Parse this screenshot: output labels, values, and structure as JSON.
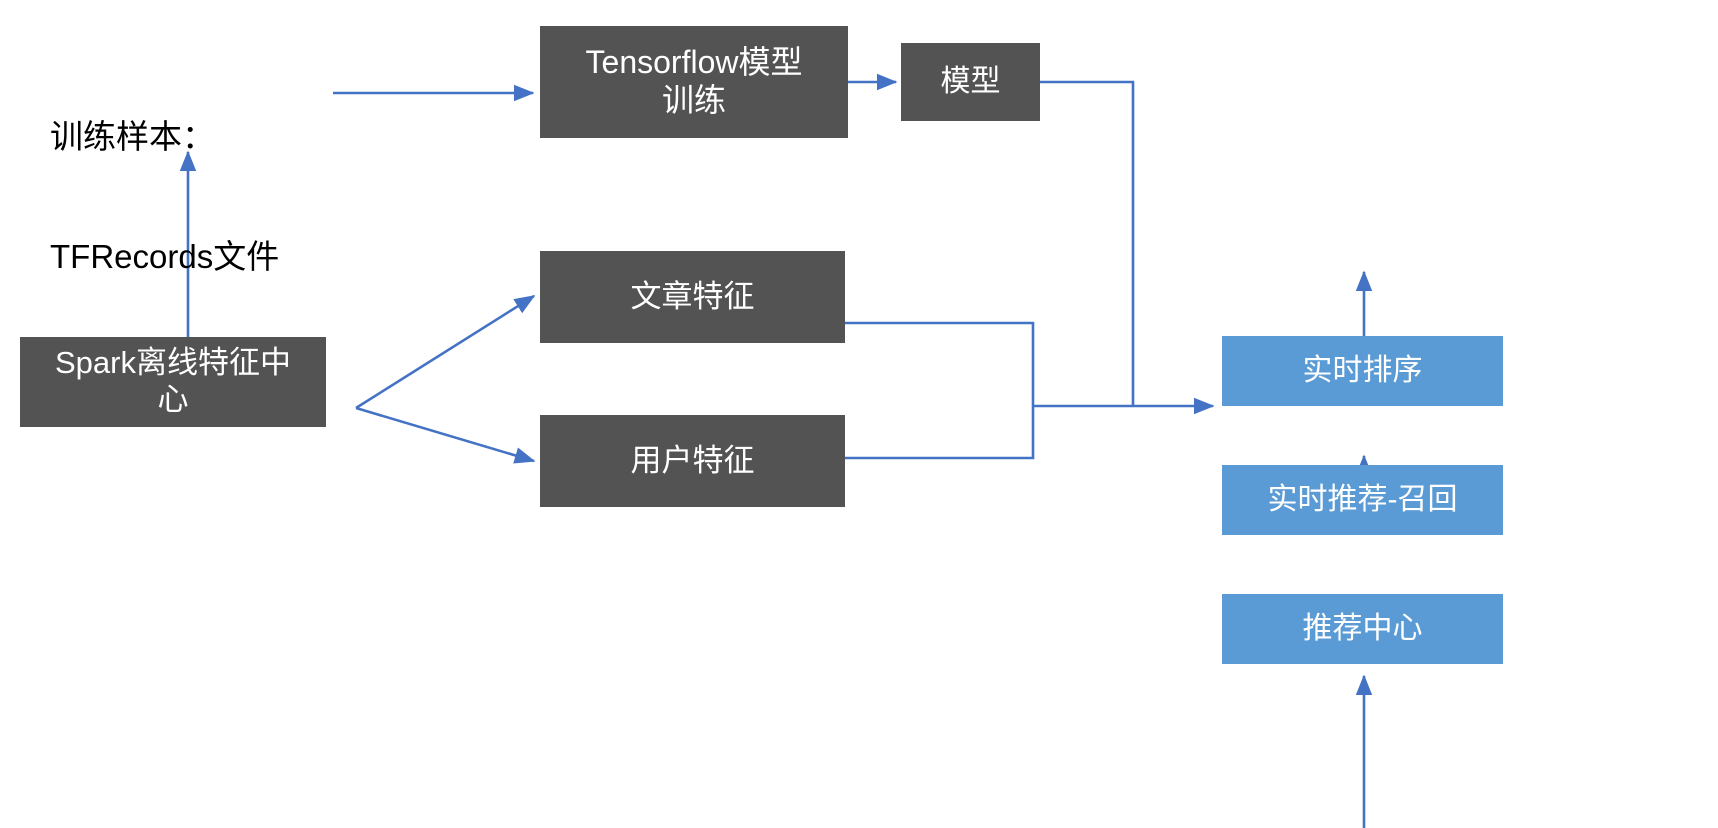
{
  "diagram": {
    "title_text": "",
    "colors": {
      "dark_box": "#535353",
      "blue_box": "#5b9bd5",
      "arrow": "#4472c4",
      "text_on_box": "#ffffff",
      "free_text": "#000000",
      "background": "#ffffff"
    },
    "free_labels": [
      {
        "id": "training-sample-label",
        "line1": "训练样本：",
        "line2": "TFRecords文件"
      }
    ],
    "nodes": [
      {
        "id": "tensorflow-training",
        "label": "Tensorflow模型\n训练",
        "style": "dark"
      },
      {
        "id": "model",
        "label": "模型",
        "style": "dark"
      },
      {
        "id": "spark-offline-feature-center",
        "label": "Spark离线特征中\n心",
        "style": "dark"
      },
      {
        "id": "article-feature",
        "label": "文章特征",
        "style": "dark"
      },
      {
        "id": "user-feature",
        "label": "用户特征",
        "style": "dark"
      },
      {
        "id": "realtime-ranking",
        "label": "实时排序",
        "style": "blue"
      },
      {
        "id": "realtime-recommend-recall",
        "label": "实时推荐-召回",
        "style": "blue"
      },
      {
        "id": "recommend-center",
        "label": "推荐中心",
        "style": "blue"
      }
    ],
    "edges": [
      {
        "from": "training-sample-label",
        "to": "tensorflow-training"
      },
      {
        "from": "tensorflow-training",
        "to": "model"
      },
      {
        "from": "model",
        "to": "realtime-ranking"
      },
      {
        "from": "spark-offline-feature-center",
        "to": "training-sample-label"
      },
      {
        "from": "spark-offline-feature-center",
        "to": "article-feature"
      },
      {
        "from": "spark-offline-feature-center",
        "to": "user-feature"
      },
      {
        "from": "article-feature",
        "to": "realtime-ranking"
      },
      {
        "from": "user-feature",
        "to": "realtime-ranking"
      },
      {
        "from": "realtime-recommend-recall",
        "to": "realtime-ranking"
      },
      {
        "from": "recommend-center",
        "to": "realtime-recommend-recall"
      },
      {
        "from": "realtime-ranking",
        "to": "out-top"
      },
      {
        "from": "in-bottom",
        "to": "recommend-center"
      }
    ]
  }
}
